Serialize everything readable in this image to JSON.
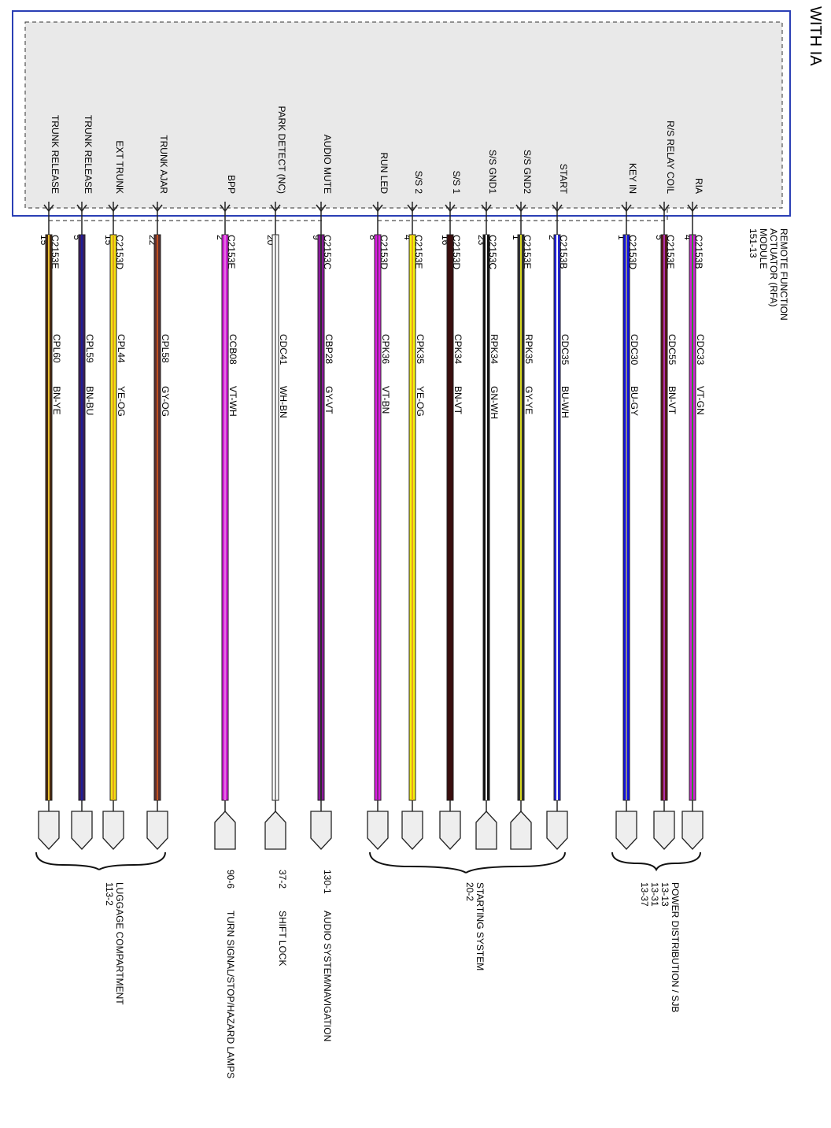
{
  "variant_label": "WITH IA",
  "module": {
    "lines": [
      "REMOTE FUNCTION",
      "ACTUATOR (RFA)",
      "MODULE",
      "151-13"
    ]
  },
  "circuits": [
    {
      "id": "ria",
      "signal": "RIA",
      "connector": "C2153B",
      "pin": "4",
      "circuit": "CDC33",
      "color_code": "VT-GN",
      "stripe_colors": [
        "#d21fd6",
        "#2e8b2e"
      ]
    },
    {
      "id": "rs-relay-coil",
      "signal": "R/S RELAY COIL",
      "connector": "C2153E",
      "pin": "5",
      "circuit": "CDC55",
      "color_code": "BN-VT",
      "stripe_colors": [
        "#5a1a1a",
        "#b030b0"
      ]
    },
    {
      "id": "key-in",
      "signal": "KEY IN",
      "connector": "C2153D",
      "pin": "1",
      "circuit": "CDC30",
      "color_code": "BU-GY",
      "stripe_colors": [
        "#1010e0",
        "#8a8a8a"
      ]
    },
    {
      "id": "start",
      "signal": "START",
      "connector": "C2153B",
      "pin": "2",
      "circuit": "CDC35",
      "color_code": "BU-WH",
      "stripe_colors": [
        "#2424d8",
        "#ffffff"
      ]
    },
    {
      "id": "ss-gnd2",
      "signal": "S/S GND2",
      "connector": "C2153E",
      "pin": "1",
      "circuit": "RPK35",
      "color_code": "GY-YE",
      "stripe_colors": [
        "#333333",
        "#d8d820"
      ]
    },
    {
      "id": "ss-gnd1",
      "signal": "S/S GND1",
      "connector": "C2153C",
      "pin": "23",
      "circuit": "RPK34",
      "color_code": "GN-WH",
      "stripe_colors": [
        "#111111",
        "#ffffff"
      ]
    },
    {
      "id": "ss1",
      "signal": "S/S 1",
      "connector": "C2153D",
      "pin": "16",
      "circuit": "CPK34",
      "color_code": "BN-VT",
      "stripe_colors": [
        "#3a0e0e",
        "#3a0e0e"
      ]
    },
    {
      "id": "ss2",
      "signal": "S/S 2",
      "connector": "C2153E",
      "pin": "4",
      "circuit": "CPK35",
      "color_code": "YE-OG",
      "stripe_colors": [
        "#f2f20a",
        "#e8a020"
      ]
    },
    {
      "id": "run-led",
      "signal": "RUN LED",
      "connector": "C2153D",
      "pin": "8",
      "circuit": "CPK36",
      "color_code": "VT-BN",
      "stripe_colors": [
        "#d91ee0",
        "#7a2a7a"
      ]
    },
    {
      "id": "audio-mute",
      "signal": "AUDIO MUTE",
      "connector": "C2153C",
      "pin": "9",
      "circuit": "CBP28",
      "color_code": "GY-VT",
      "stripe_colors": [
        "#8a1a9a",
        "#2a2a2a"
      ]
    },
    {
      "id": "park-detect",
      "signal": "PARK DETECT (NC)",
      "connector": "",
      "pin": "20",
      "circuit": "CDC41",
      "color_code": "WH-BN",
      "stripe_colors": [
        "#ffffff",
        "#888888"
      ]
    },
    {
      "id": "bpp",
      "signal": "BPP",
      "connector": "C2153E",
      "pin": "2",
      "circuit": "CCB08",
      "color_code": "VT-WH",
      "stripe_colors": [
        "#d21fd6",
        "#e070e0"
      ]
    },
    {
      "id": "trunk-ajar",
      "signal": "TRUNK AJAR",
      "connector": "",
      "pin": "22",
      "circuit": "CPL58",
      "color_code": "GY-OG",
      "stripe_colors": [
        "#5a3030",
        "#c05020"
      ]
    },
    {
      "id": "ext-trunk",
      "signal": "EXT TRUNK",
      "connector": "C2153D",
      "pin": "15",
      "circuit": "CPL44",
      "color_code": "YE-OG",
      "stripe_colors": [
        "#f2e010",
        "#e0a020"
      ]
    },
    {
      "id": "trunk-release-1",
      "signal": "TRUNK RELEASE",
      "connector": "",
      "pin": "5",
      "circuit": "CPL59",
      "color_code": "BN-BU",
      "stripe_colors": [
        "#3a1e5a",
        "#1e1e9a"
      ]
    },
    {
      "id": "trunk-release-2",
      "signal": "TRUNK RELEASE",
      "connector": "C2153E",
      "pin": "15",
      "circuit": "CPL60",
      "color_code": "BN-YE",
      "stripe_colors": [
        "#4a2a10",
        "#e8c030"
      ]
    }
  ],
  "destinations": [
    {
      "id": "power-distribution",
      "lines": [
        "POWER DISTRIBUTION / SJB",
        "13-13",
        "13-31",
        "13-37"
      ]
    },
    {
      "id": "starting-system",
      "lines": [
        "STARTING SYSTEM",
        "20-2"
      ]
    },
    {
      "id": "audio-system",
      "ref": "130-1",
      "name": "AUDIO SYSTEM/NAVIGATION"
    },
    {
      "id": "shift-lock",
      "ref": "37-2",
      "name": "SHIFT LOCK"
    },
    {
      "id": "turn-signal",
      "ref": "90-6",
      "name": "TURN SIGNAL/STOP/HAZARD LAMPS"
    },
    {
      "id": "luggage-compartment",
      "lines": [
        "LUGGAGE COMPARTMENT",
        "113-2"
      ]
    }
  ]
}
